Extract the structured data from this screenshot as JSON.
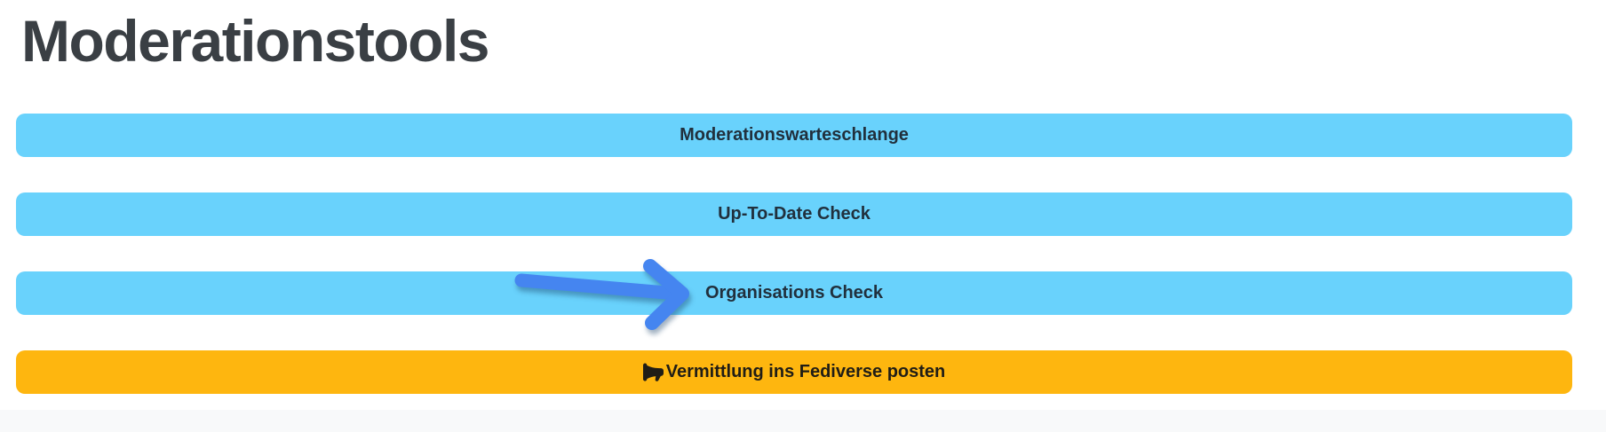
{
  "page": {
    "title": "Moderationstools"
  },
  "buttons": [
    {
      "label": "Moderationswarteschlange",
      "variant": "info"
    },
    {
      "label": "Up-To-Date Check",
      "variant": "info"
    },
    {
      "label": "Organisations Check",
      "variant": "info"
    },
    {
      "label": "Vermittlung ins Fediverse posten",
      "variant": "warning",
      "icon": "megaphone-icon"
    }
  ],
  "annotation": {
    "type": "arrow",
    "direction": "right",
    "points_to": "Organisations Check"
  },
  "colors": {
    "heading_text": "#3a3f44",
    "info_button_bg": "#69d2fc",
    "info_button_text": "#21303d",
    "warning_button_bg": "#feb60f",
    "warning_button_text": "#201d16",
    "arrow_blue": "#4585f0",
    "footer_bg": "#f8f9fa"
  }
}
